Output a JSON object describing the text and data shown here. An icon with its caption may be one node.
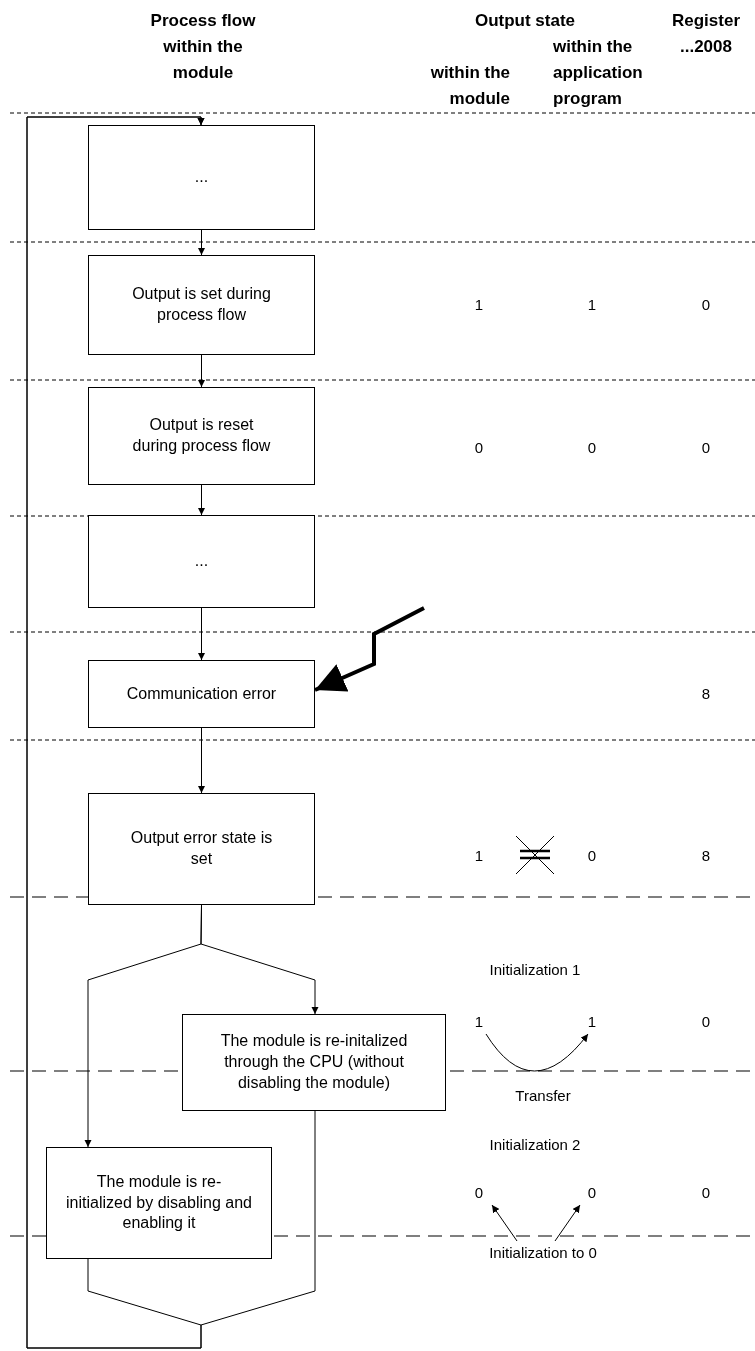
{
  "diagram": {
    "nodes": [
      {
        "text": [
          "..."
        ]
      },
      {
        "text": [
          "Output is set during process flow"
        ]
      },
      {
        "text": [
          "Output is reset during process flow"
        ]
      },
      {
        "text": [
          "..."
        ]
      },
      {
        "text": [
          "Communication error"
        ]
      },
      {
        "text": [
          "Output error state is set"
        ]
      },
      {
        "text": [
          "The module is re-initalized through the CPU (without disabling the module)"
        ]
      },
      {
        "text": [
          "The module is re-initialized by disabling and enabling it"
        ]
      },
      {
        "text": [
          "1"
        ]
      },
      {
        "text": [
          "1"
        ]
      },
      {
        "text": [
          "0"
        ]
      },
      {
        "text": [
          "0"
        ]
      },
      {
        "text": [
          "Initialization to 0"
        ]
      }
    ],
    "edges": [
      {
        "from": 0,
        "to": 1,
        "arrow": "to"
      },
      {
        "from": 1,
        "to": 2,
        "arrow": "to"
      },
      {
        "from": 2,
        "to": 3,
        "arrow": "to"
      },
      {
        "from": 3,
        "to": 4,
        "arrow": "to"
      },
      {
        "from": 4,
        "to": 5,
        "arrow": "to"
      },
      {
        "from": 5,
        "to": 6,
        "arrow": "to"
      },
      {
        "from": 5,
        "to": 7,
        "arrow": "to"
      },
      {
        "from": 6,
        "to": 0,
        "arrow": "to"
      },
      {
        "from": 7,
        "to": 0,
        "arrow": "to"
      },
      {
        "from": null,
        "to": 4,
        "arrow": "to",
        "style": "thick"
      },
      {
        "from": 8,
        "to": 9,
        "arrow": "to",
        "label": "Transfer"
      },
      {
        "from": 12,
        "to": 10,
        "arrow": "to"
      },
      {
        "from": 12,
        "to": 11,
        "arrow": "to"
      }
    ],
    "labels": [
      "Process flow within the module",
      "Output state",
      "Register ...2008",
      "within the application program",
      "within the module",
      "1",
      "1",
      "0",
      "0",
      "0",
      "0",
      "8",
      "1",
      "0",
      "8",
      "Initialization 1",
      "0",
      "Initialization 2",
      "0"
    ]
  }
}
